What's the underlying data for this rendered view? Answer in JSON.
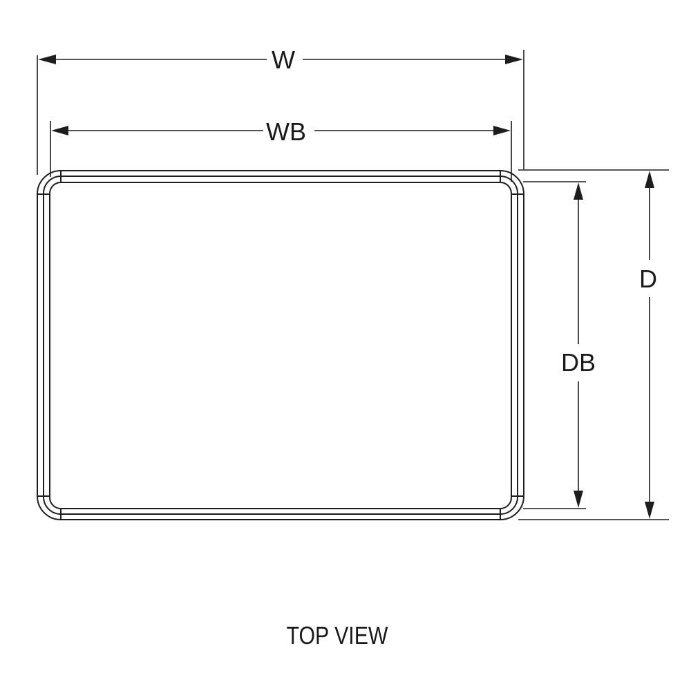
{
  "drawing": {
    "caption": "TOP VIEW",
    "dimensions": {
      "overall_width": "W",
      "base_width": "WB",
      "overall_depth": "D",
      "base_depth": "DB"
    },
    "colors": {
      "line": "#1d1d1d",
      "background": "#ffffff"
    }
  }
}
